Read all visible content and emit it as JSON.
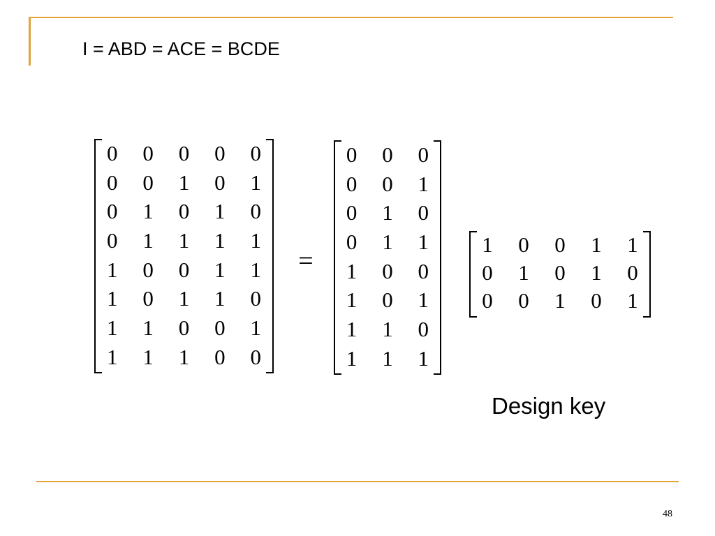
{
  "slide": {
    "title": "I = ABD = ACE = BCDE",
    "equals_sign": "=",
    "design_key_label": "Design key",
    "page_number": "48"
  },
  "matrices": {
    "left": {
      "rows": [
        [
          0,
          0,
          0,
          0,
          0
        ],
        [
          0,
          0,
          1,
          0,
          1
        ],
        [
          0,
          1,
          0,
          1,
          0
        ],
        [
          0,
          1,
          1,
          1,
          1
        ],
        [
          1,
          0,
          0,
          1,
          1
        ],
        [
          1,
          0,
          1,
          1,
          0
        ],
        [
          1,
          1,
          0,
          0,
          1
        ],
        [
          1,
          1,
          1,
          0,
          0
        ]
      ]
    },
    "middle": {
      "rows": [
        [
          0,
          0,
          0
        ],
        [
          0,
          0,
          1
        ],
        [
          0,
          1,
          0
        ],
        [
          0,
          1,
          1
        ],
        [
          1,
          0,
          0
        ],
        [
          1,
          0,
          1
        ],
        [
          1,
          1,
          0
        ],
        [
          1,
          1,
          1
        ]
      ]
    },
    "right": {
      "rows": [
        [
          1,
          0,
          0,
          1,
          1
        ],
        [
          0,
          1,
          0,
          1,
          0
        ],
        [
          0,
          0,
          1,
          0,
          1
        ]
      ]
    }
  },
  "colors": {
    "accent": "#E1A33A",
    "text": "#000000",
    "background": "#FFFFFF"
  }
}
